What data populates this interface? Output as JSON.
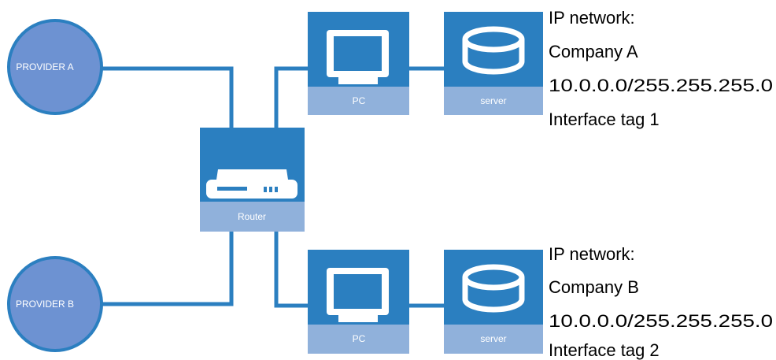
{
  "colors": {
    "device_blue": "#2b7fc0",
    "label_strip": "#90b1db",
    "provider_fill": "#6d92d2",
    "provider_stroke": "#2b7fc0",
    "link_line": "#2b7fc0",
    "icon_white": "#ffffff",
    "text": "#000000"
  },
  "providers": [
    {
      "label": "PROVIDER A"
    },
    {
      "label": "PROVIDER B"
    }
  ],
  "router": {
    "label": "Router",
    "icon": "router-icon"
  },
  "networks": [
    {
      "pc": {
        "label": "PC",
        "icon": "monitor-icon"
      },
      "server": {
        "label": "server",
        "icon": "database-icon"
      },
      "info": [
        "IP network:",
        "Company A",
        "10.0.0.0/255.255.255.0",
        "Interface tag 1"
      ]
    },
    {
      "pc": {
        "label": "PC",
        "icon": "monitor-icon"
      },
      "server": {
        "label": "server",
        "icon": "database-icon"
      },
      "info": [
        "IP network:",
        "Company B",
        "10.0.0.0/255.255.255.0",
        "Interface tag 2"
      ]
    }
  ]
}
